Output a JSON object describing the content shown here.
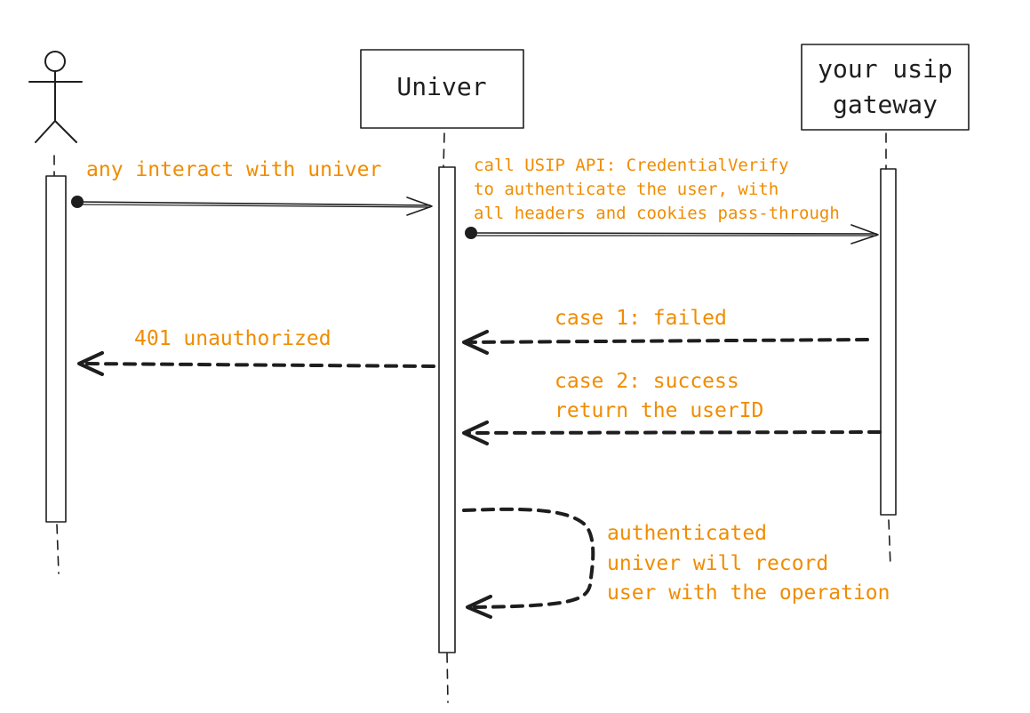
{
  "participants": {
    "univer": {
      "label": "Univer"
    },
    "gateway": {
      "line1": "your usip",
      "line2": "gateway"
    }
  },
  "messages": {
    "interact": "any interact with univer",
    "call_line1": "call USIP API: CredentialVerify",
    "call_line2": "to authenticate the user, with",
    "call_line3": "all headers and cookies pass-through",
    "case1": "case 1: failed",
    "unauthorized": "401 unauthorized",
    "case2_line1": "case 2: success",
    "case2_line2": "return the userID",
    "self_line1": "authenticated",
    "self_line2": "univer will record",
    "self_line3": "user with the operation"
  },
  "colors": {
    "label": "#f08c00",
    "stroke": "#1e1e1e",
    "background": "#ffffff"
  }
}
